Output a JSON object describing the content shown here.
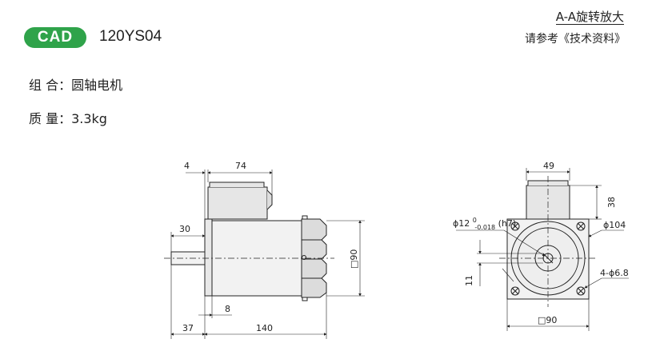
{
  "header": {
    "badge": "CAD",
    "model": "120YS04",
    "aa_title": "A-A旋转放大",
    "aa_ref": "请参考《技术资料》"
  },
  "specs": {
    "combination": "组 合：圆轴电机",
    "mass": "质 量：3.3kg"
  },
  "side_view": {
    "dim_top_left": "4",
    "dim_top_length": "74",
    "dim_shaft_30": "30",
    "dim_key_8": "8",
    "dim_shaft_37": "37",
    "dim_body_140": "140",
    "dim_height": "□90"
  },
  "front_view": {
    "dim_box_width": "49",
    "dim_box_height": "38",
    "dim_shaft_dia": "ϕ12",
    "dim_shaft_tol_upper": "0",
    "dim_shaft_tol_lower": "-0.018",
    "dim_shaft_fit": "(h7)",
    "dim_pcd": "ϕ104",
    "dim_holes": "4-ϕ6.8",
    "dim_flat": "11",
    "dim_flange": "□90"
  },
  "colors": {
    "badge_green": "#2fa34a",
    "line": "#222222",
    "body_fill": "#f2f2f2",
    "gearbox_fill": "#dcdcdc"
  }
}
